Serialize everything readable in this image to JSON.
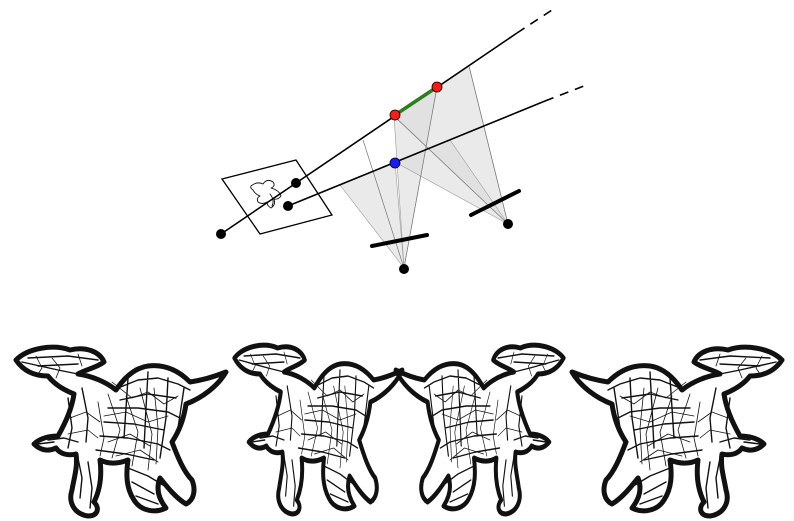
{
  "figure": {
    "description_free": true,
    "colors": {
      "segment": "#2e7d1e",
      "point_red": "#ff1a1a",
      "point_blue": "#1a1aff",
      "ink": "#000000",
      "cone_fill": "#d9d9d9"
    },
    "views": [
      "view-1",
      "view-2",
      "view-3",
      "view-4"
    ]
  }
}
